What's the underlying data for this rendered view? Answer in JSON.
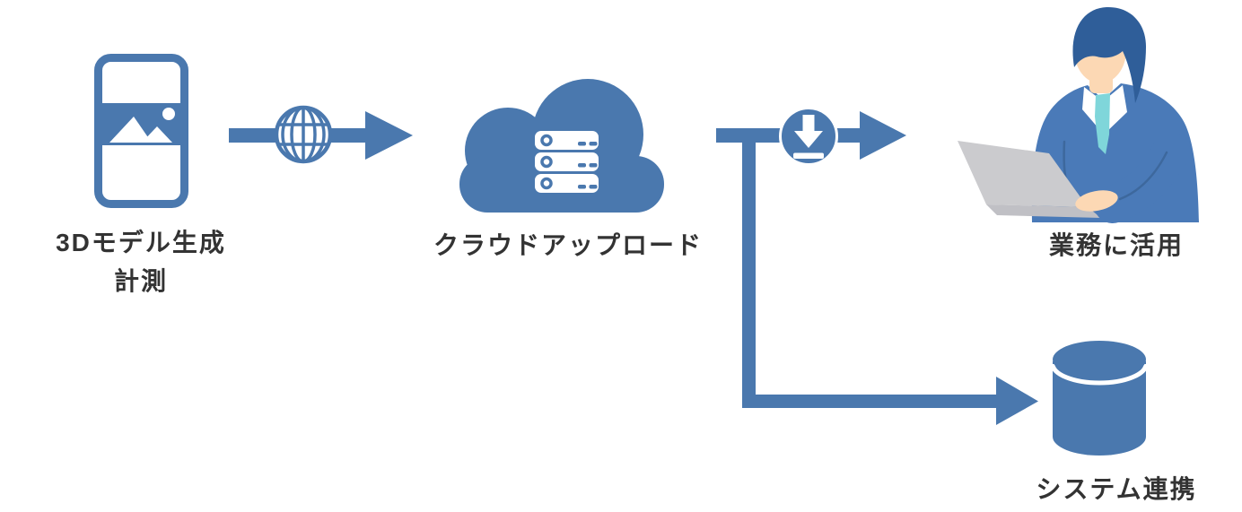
{
  "diagram": {
    "steps": {
      "capture": {
        "line1": "3Dモデル生成",
        "line2": "計測"
      },
      "cloud_upload": {
        "label": "クラウドアップロード"
      },
      "business_use": {
        "label": "業務に活用"
      },
      "system_link": {
        "label": "システム連携"
      }
    },
    "icons": {
      "capture": "smartphone-photo-icon",
      "transfer": "globe-icon",
      "cloud": "cloud-server-icon",
      "download": "download-circle-icon",
      "business": "businessman-laptop-illustration",
      "system": "database-icon"
    },
    "colors": {
      "primary_blue": "#4a78ae",
      "text": "#333333",
      "suit_blue": "#4a7ab8",
      "hair_blue": "#2f5e99",
      "skin": "#fcd8b4",
      "tie_teal": "#7fd6da",
      "laptop_gray": "#cbcbce",
      "white": "#ffffff"
    }
  }
}
